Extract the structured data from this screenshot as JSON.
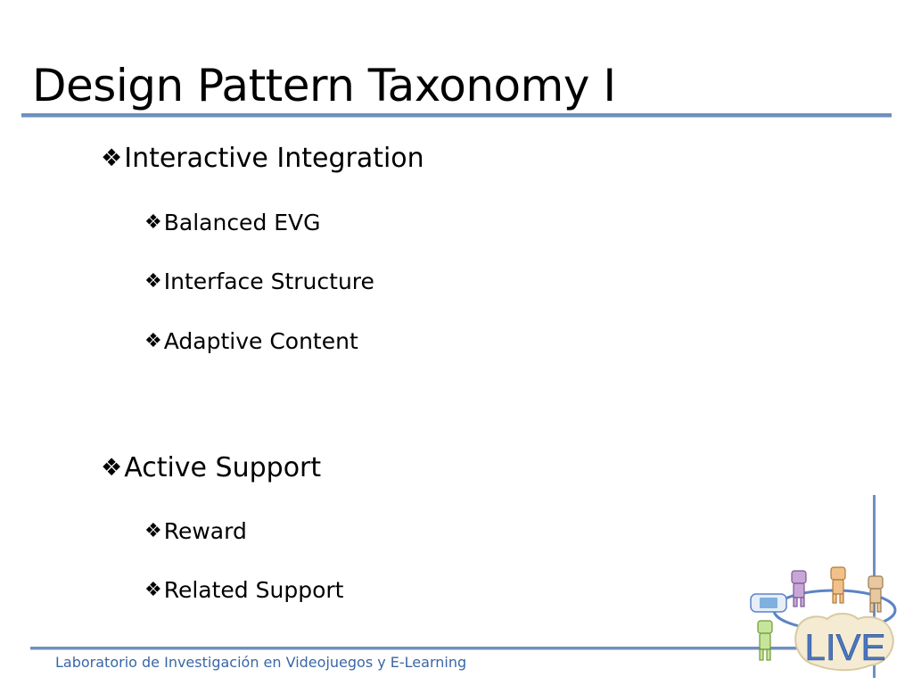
{
  "slide": {
    "title": "Design Pattern Taxonomy I",
    "bullet_symbol": "❖",
    "bullets": [
      {
        "level": 1,
        "text": "Interactive Integration"
      },
      {
        "level": 2,
        "text": "Balanced EVG"
      },
      {
        "level": 2,
        "text": "Interface Structure"
      },
      {
        "level": 2,
        "text": "Adaptive Content"
      },
      {
        "level": 1,
        "text": "Active Support"
      },
      {
        "level": 2,
        "text": "Reward"
      },
      {
        "level": 2,
        "text": "Related Support"
      }
    ]
  },
  "footer": {
    "text": "Laboratorio de Investigación en Videojuegos y E-Learning"
  },
  "logo": {
    "text": "LIVE",
    "icon": "live-lab-logo-icon"
  },
  "colors": {
    "accent": "#6f8fbf",
    "footer_text": "#3a66a8",
    "logo_text": "#4a77c2"
  }
}
